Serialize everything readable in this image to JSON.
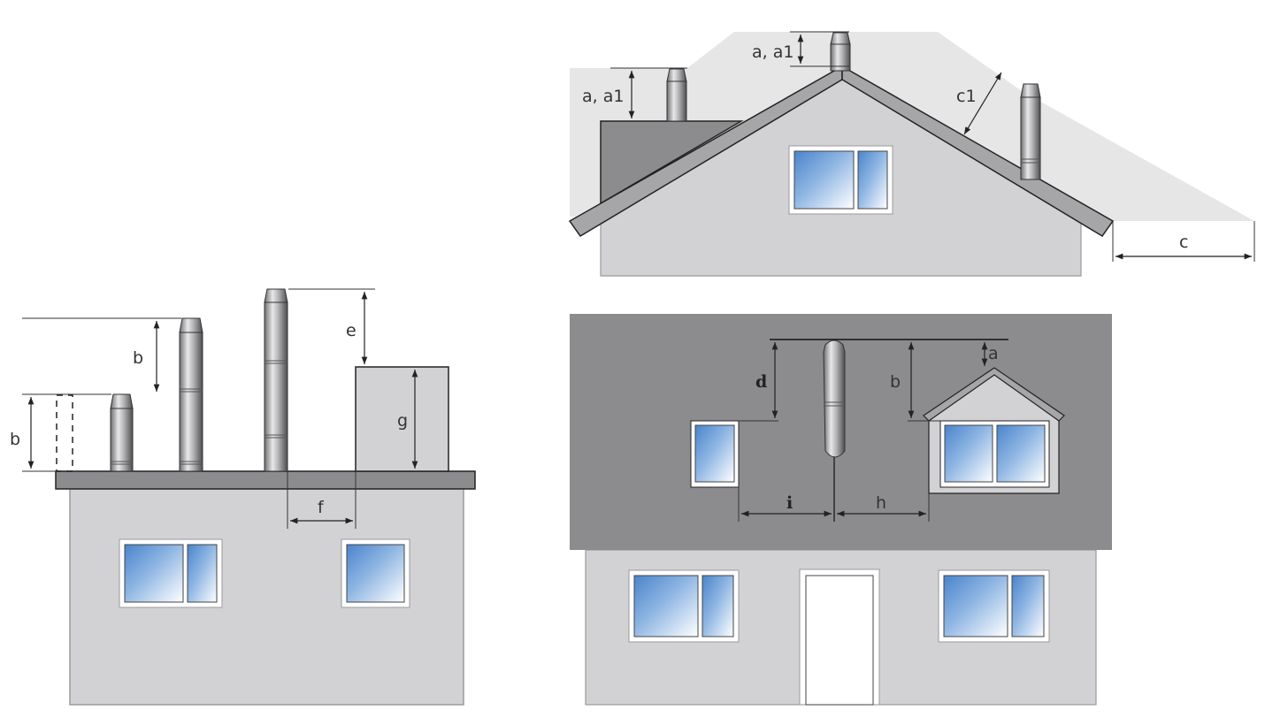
{
  "colors": {
    "wall": "#d2d2d4",
    "roof": "#8c8c8e",
    "roof_edge": "#a6a6a8",
    "zone": "#e6e6e6",
    "window_frame": "#ffffff",
    "glass_top": "#4f88cf",
    "glass_bottom": "#ffffff",
    "line": "#222222"
  },
  "icons": {
    "chimney": "chimney-icon",
    "window": "window-icon"
  },
  "flat_roof_labels": {
    "b_left": "b",
    "b_mid": "b",
    "e": "e",
    "g": "g",
    "f": "f"
  },
  "pitched_roof_labels": {
    "a_a1_left": "a, a1",
    "a_a1_ridge": "a, a1",
    "c1": "c1",
    "c": "c"
  },
  "roof_plan_labels": {
    "d": "d",
    "b": "b",
    "a": "a",
    "i": "i",
    "h": "h"
  }
}
